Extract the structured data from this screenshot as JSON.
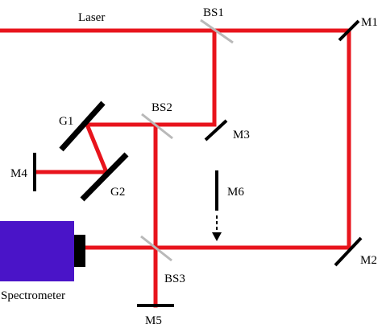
{
  "labels": {
    "laser": "Laser",
    "bs1": "BS1",
    "bs2": "BS2",
    "bs3": "BS3",
    "m1": "M1",
    "m2": "M2",
    "m3": "M3",
    "m4": "M4",
    "m5": "M5",
    "m6": "M6",
    "g1": "G1",
    "g2": "G2",
    "spectrometer": "Spectrometer"
  },
  "colors": {
    "beam": "#e8141c",
    "mirror": "#000000",
    "splitter": "#b9b9b9",
    "spectrometer_body": "#4a14c8",
    "spectrometer_port": "#000000"
  }
}
